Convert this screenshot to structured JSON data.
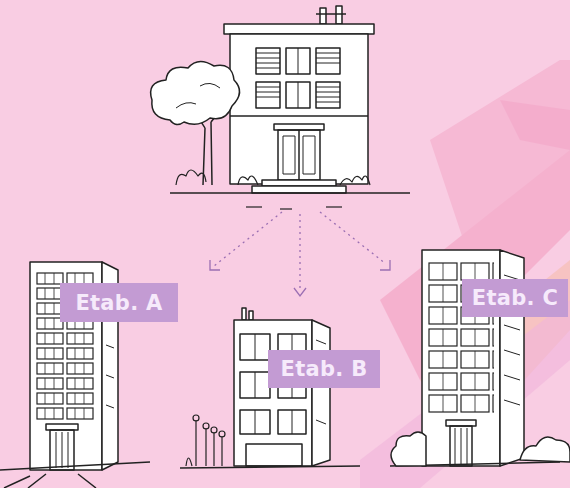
{
  "diagram": {
    "nodes": [
      {
        "text": [
          "Etab. A"
        ]
      },
      {
        "text": [
          "Etab. B"
        ]
      },
      {
        "text": [
          "Etab. C"
        ]
      }
    ]
  }
}
